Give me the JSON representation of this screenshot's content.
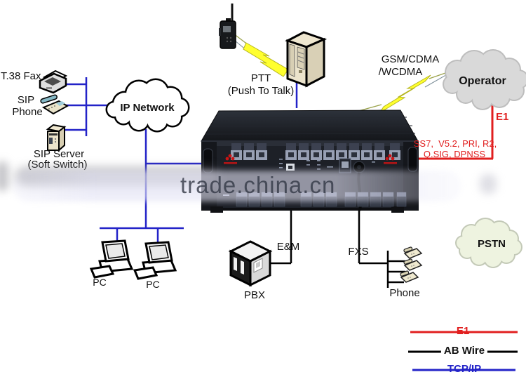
{
  "watermark": {
    "text": "trade.china.cn"
  },
  "nodes": {
    "t38_fax": "T.38 Fax",
    "sip_phone_line1": "SIP",
    "sip_phone_line2": "Phone",
    "sip_server_line1": "SIP Server",
    "sip_server_line2": "(Soft Switch)",
    "ip_network": "IP Network",
    "ptt_line1": "PTT",
    "ptt_line2": "(Push To Talk)",
    "gsm_line1": "GSM/CDMA",
    "gsm_line2": "/WCDMA",
    "operator": "Operator",
    "pstn": "PSTN",
    "pc_left": "PC",
    "pc_right": "PC",
    "pbx": "PBX",
    "phones": "Phone"
  },
  "links": {
    "e1": "E1",
    "protocols_line1": "SS7,  V5.2, PRI, R2,",
    "protocols_line2": "Q.SIG, DPNSS",
    "em": "E&M",
    "fxs": "FXS"
  },
  "legend": {
    "items": [
      {
        "label": "E1",
        "color": "#e11f1f"
      },
      {
        "label": "AB Wire",
        "color": "#000000"
      },
      {
        "label": "TCP/IP",
        "color": "#2323c8"
      }
    ]
  }
}
